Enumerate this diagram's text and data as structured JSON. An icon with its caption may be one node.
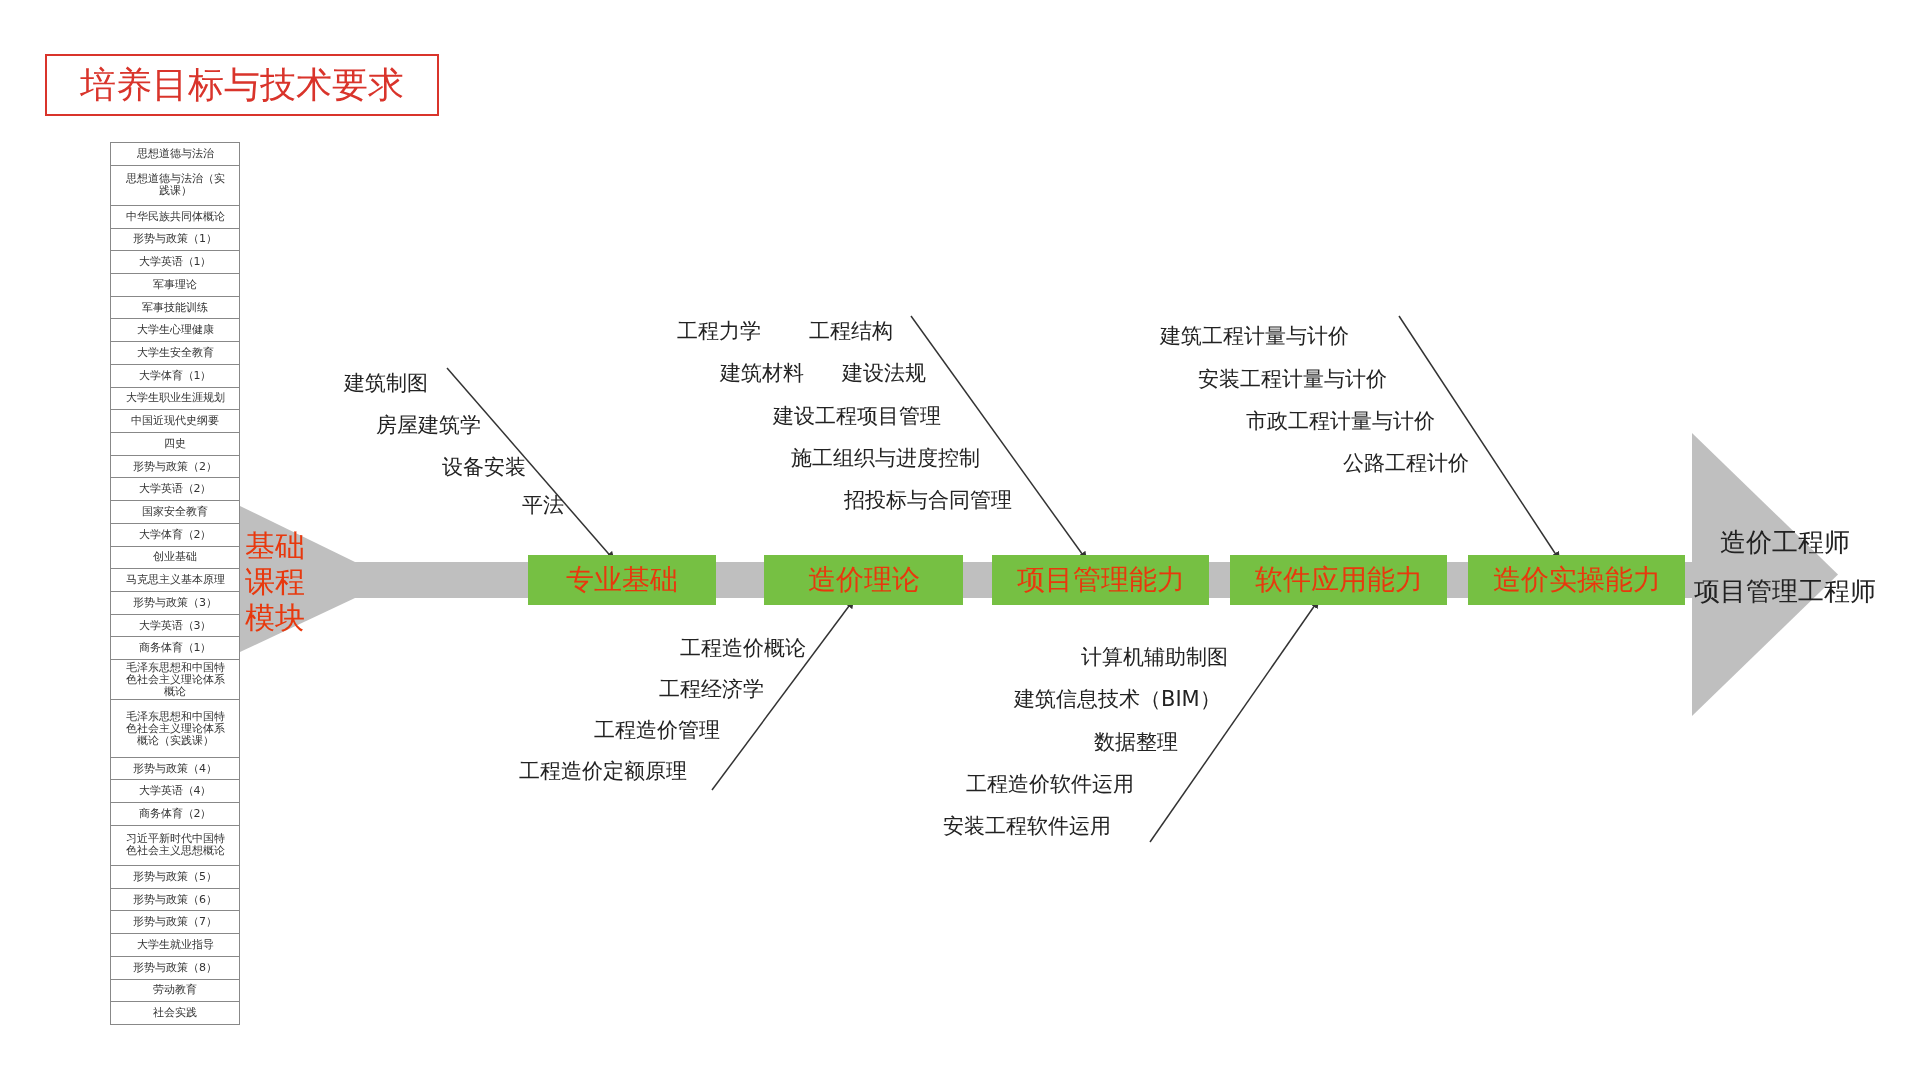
{
  "diagram": {
    "title": "培养目标与技术要求",
    "nodes": [
      {
        "text": [
          "基础课程模块"
        ]
      },
      {
        "text": [
          "专业基础"
        ]
      },
      {
        "text": [
          "造价理论"
        ]
      },
      {
        "text": [
          "项目管理能力"
        ]
      },
      {
        "text": [
          "软件应用能力"
        ]
      },
      {
        "text": [
          "造价实操能力"
        ]
      },
      {
        "text": [
          "造价工程师",
          "项目管理工程师"
        ]
      },
      {
        "text": [
          "建筑制图",
          "房屋建筑学",
          "设备安装",
          "平法"
        ]
      },
      {
        "text": [
          "工程力学",
          "工程结构",
          "建筑材料",
          "建设法规",
          "建设工程项目管理",
          "施工组织与进度控制",
          "招投标与合同管理"
        ]
      },
      {
        "text": [
          "工程造价概论",
          "工程经济学",
          "工程造价管理",
          "工程造价定额原理"
        ]
      },
      {
        "text": [
          "计算机辅助制图",
          "建筑信息技术（BIM）",
          "数据整理",
          "工程造价软件运用",
          "安装工程软件运用"
        ]
      },
      {
        "text": [
          "建筑工程计量与计价",
          "安装工程计量与计价",
          "市政工程计量与计价",
          "公路工程计价"
        ]
      }
    ],
    "edges": [
      {
        "from": 0,
        "to": 1,
        "arrow": "none",
        "color": "#bfbfbf"
      },
      {
        "from": 1,
        "to": 2,
        "arrow": "none",
        "color": "#bfbfbf"
      },
      {
        "from": 2,
        "to": 3,
        "arrow": "none",
        "color": "#bfbfbf"
      },
      {
        "from": 3,
        "to": 4,
        "arrow": "none",
        "color": "#bfbfbf"
      },
      {
        "from": 4,
        "to": 5,
        "arrow": "none",
        "color": "#bfbfbf"
      },
      {
        "from": 5,
        "to": 6,
        "arrow": "none",
        "color": "#bfbfbf"
      },
      {
        "from": 7,
        "to": 1,
        "arrow": "to",
        "color": "#333333"
      },
      {
        "from": 8,
        "to": 3,
        "arrow": "to",
        "color": "#333333"
      },
      {
        "from": 9,
        "to": 2,
        "arrow": "to",
        "color": "#333333"
      },
      {
        "from": 10,
        "to": 4,
        "arrow": "to",
        "color": "#333333"
      },
      {
        "from": 11,
        "to": 5,
        "arrow": "to",
        "color": "#333333"
      }
    ],
    "labels": [
      "思想道德与法治",
      "思想道德与法治（实践课）",
      "中华民族共同体概论",
      "形势与政策（1）",
      "大学英语（1）",
      "军事理论",
      "军事技能训练",
      "大学生心理健康",
      "大学生安全教育",
      "大学体育（1）",
      "大学生职业生涯规划",
      "中国近现代史纲要",
      "四史",
      "形势与政策（2）",
      "大学英语（2）",
      "国家安全教育",
      "大学体育（2）",
      "创业基础",
      "马克思主义基本原理",
      "形势与政策（3）",
      "大学英语（3）",
      "商务体育（1）",
      "毛泽东思想和中国特色社会主义理论体系概论",
      "毛泽东思想和中国特色社会主义理论体系概论（实践课）",
      "形势与政策（4）",
      "大学英语（4）",
      "商务体育（2）",
      "习近平新时代中国特色社会主义思想概论",
      "形势与政策（5）",
      "形势与政策（6）",
      "形势与政策（7）",
      "大学生就业指导",
      "形势与政策（8）",
      "劳动教育",
      "社会实践"
    ]
  }
}
